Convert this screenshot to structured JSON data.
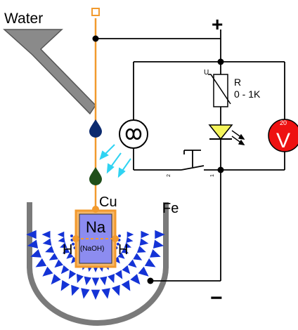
{
  "labels": {
    "water": "Water",
    "plus": "+",
    "minus": "−",
    "copper": "Cu",
    "iron": "Fe",
    "sodium": "Na",
    "naoh": "(NaOH)",
    "hydrogen_left": "H",
    "hydrogen_right": "H",
    "resistor_name": "R",
    "resistor_range": "0 - 1K",
    "varistor_tag": "U",
    "voltmeter_symbol": "V",
    "voltmeter_reading": "20",
    "switch_pin_left": "2",
    "switch_pin_right": "1"
  },
  "colors": {
    "wire": "#000000",
    "copper_wire": "#f29a2e",
    "funnel": "#8a8a8a",
    "drop_blue": "#0b2a6e",
    "drop_green": "#1f4f1a",
    "spark": "#2fd3f2",
    "sodium_fill": "#8c8cf0",
    "sodium_border": "#f29a2e",
    "bubbles": "#1433d6",
    "vessel": "#7a7a7a",
    "led_fill": "#f5f55a",
    "voltmeter_fill": "#ee1111"
  },
  "icons": {
    "oscilloscope": "infinity-icon",
    "voltmeter": "voltmeter-icon",
    "led": "led-icon",
    "resistor": "variable-resistor-icon",
    "switch": "push-switch-icon"
  }
}
